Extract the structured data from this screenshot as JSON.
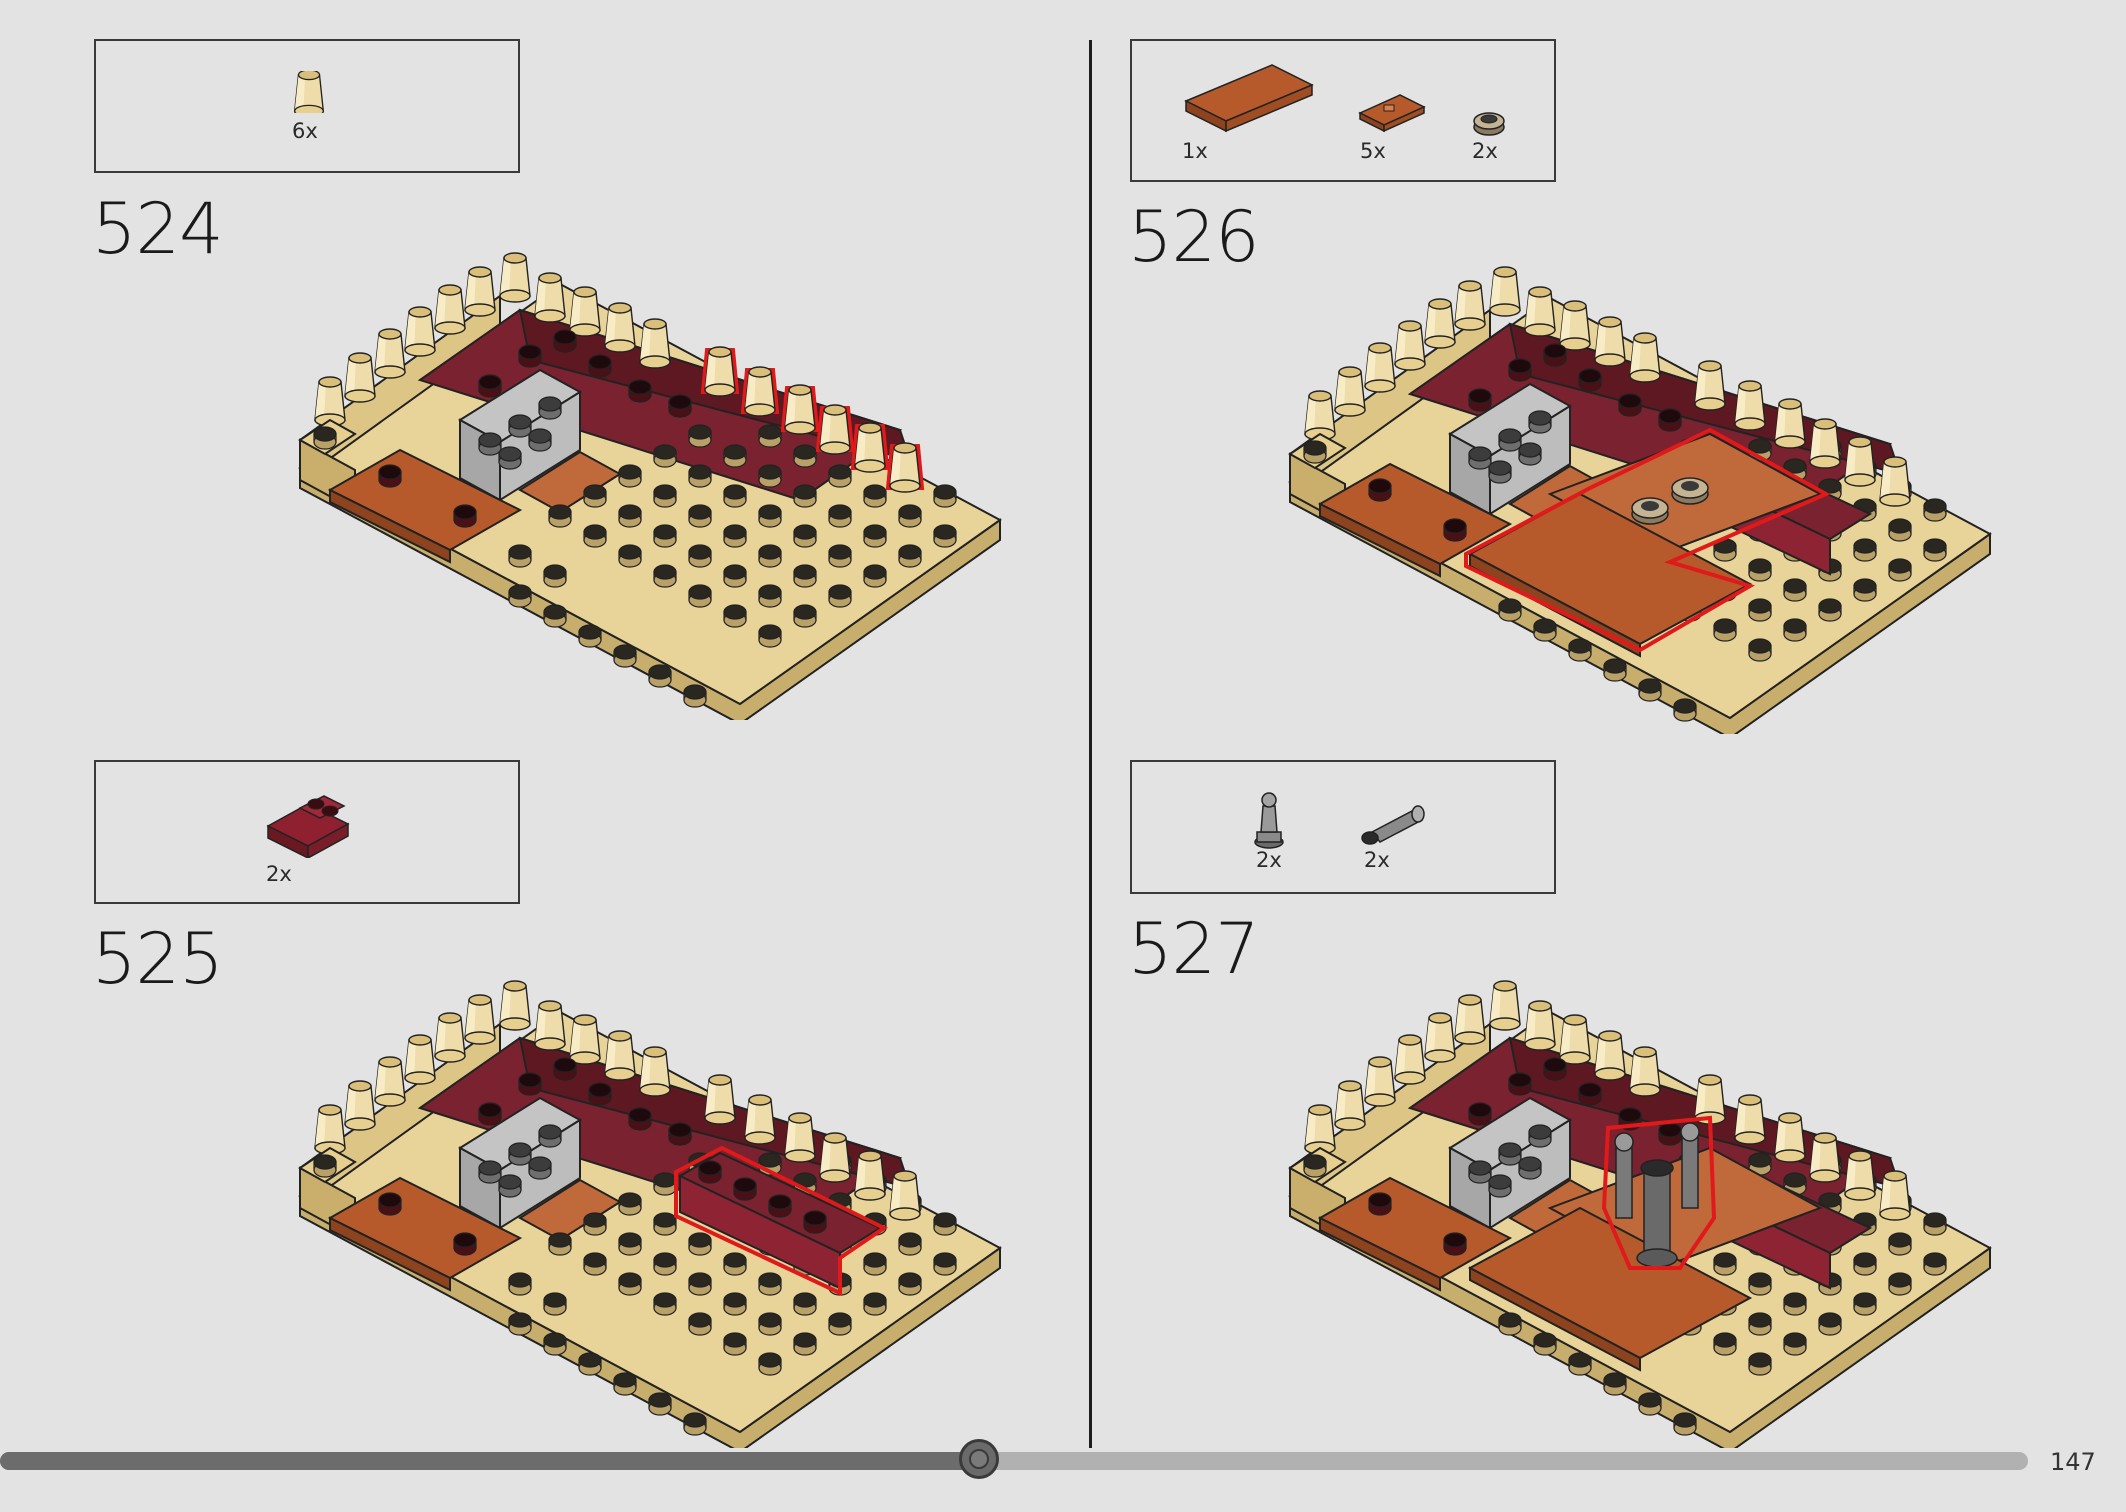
{
  "steps": [
    {
      "number": "524",
      "parts": [
        {
          "qty": "6x",
          "icon": "tan-cone-icon"
        }
      ]
    },
    {
      "number": "525",
      "parts": [
        {
          "qty": "2x",
          "icon": "red-slope-brick-icon"
        }
      ]
    },
    {
      "number": "526",
      "parts": [
        {
          "qty": "1x",
          "icon": "brown-tile-4x2-icon"
        },
        {
          "qty": "5x",
          "icon": "brown-tile-2x1-icon"
        },
        {
          "qty": "2x",
          "icon": "round-plate-icon"
        }
      ]
    },
    {
      "number": "527",
      "parts": [
        {
          "qty": "2x",
          "icon": "statuette-icon"
        },
        {
          "qty": "2x",
          "icon": "telescope-icon"
        }
      ]
    }
  ],
  "progress": {
    "fraction": 0.4825
  },
  "page": {
    "number": "147"
  },
  "colors": {
    "background": "#e3e3e3",
    "tan": "#e6cf8f",
    "dark_red": "#7a2230",
    "brown": "#b65a2c",
    "gray": "#a7a7a7",
    "highlight": "#e01a1a"
  }
}
